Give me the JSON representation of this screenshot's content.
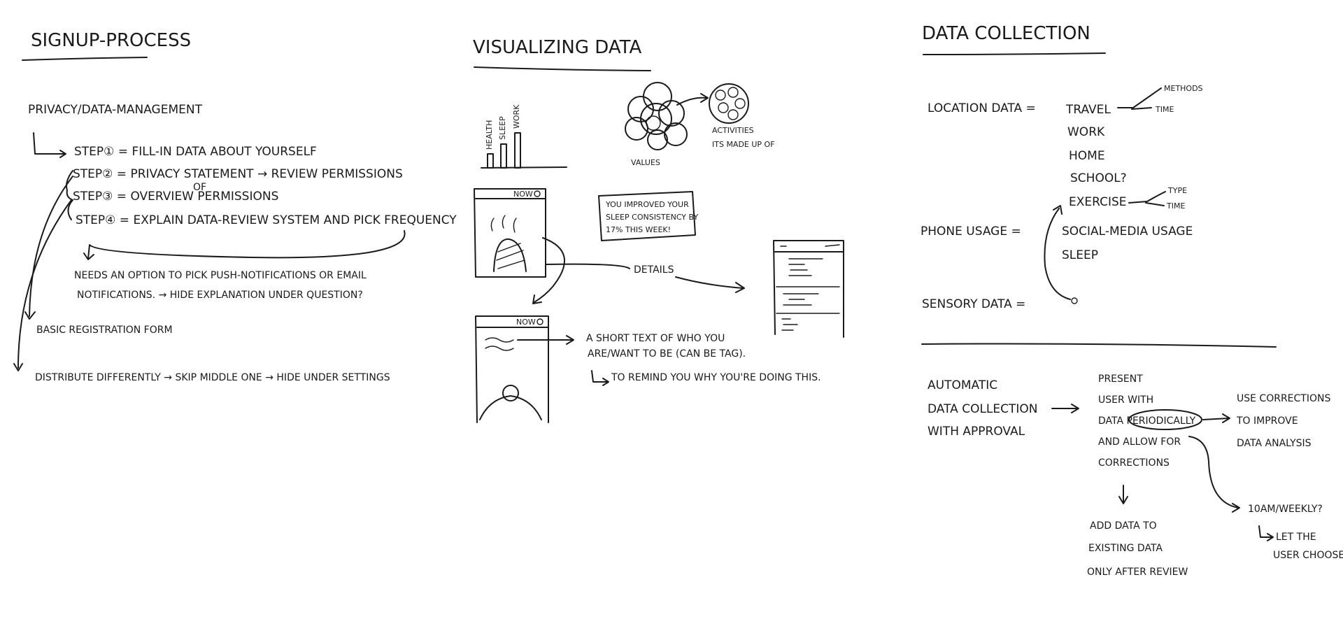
{
  "signup": {
    "title": "SIGNUP-PROCESS",
    "subtitle": "PRIVACY/DATA-MANAGEMENT",
    "step1": "STEP① = FILL-IN DATA ABOUT YOURSELF",
    "step2": "STEP② = PRIVACY STATEMENT → REVIEW PERMISSIONS",
    "step3": "STEP③ = OVERVIEW PERMISSIONS",
    "step3_of": "OF",
    "step4": "STEP④ = EXPLAIN DATA-REVIEW SYSTEM AND PICK FREQUENCY",
    "needs_line1": "NEEDS AN OPTION TO PICK PUSH-NOTIFICATIONS OR EMAIL",
    "needs_line2": "NOTIFICATIONS. → HIDE EXPLANATION UNDER QUESTION?",
    "basic_form": "BASIC REGISTRATION FORM",
    "distribute": "DISTRIBUTE DIFFERENTLY → SKIP MIDDLE ONE → HIDE UNDER SETTINGS"
  },
  "visualizing": {
    "title": "VISUALIZING DATA",
    "bar_labels": [
      "HEALTH",
      "SLEEP",
      "WORK"
    ],
    "values_label": "VALUES",
    "activities_line1": "ACTIVITIES",
    "activities_line2": "ITS MADE UP OF",
    "phone_header": "NOW",
    "notice_line1": "YOU IMPROVED YOUR",
    "notice_line2": "SLEEP CONSISTENCY BY",
    "notice_line3": "17% THIS WEEK!",
    "details_label": "DETAILS",
    "short_text_line1": "A SHORT TEXT OF WHO YOU",
    "short_text_line2": "ARE/WANT TO BE (CAN BE TAG).",
    "remind": "TO REMIND YOU WHY YOU'RE DOING THIS."
  },
  "collection": {
    "title": "DATA COLLECTION",
    "location": "LOCATION DATA =",
    "travel": "TRAVEL",
    "methods": "METHODS",
    "time": "TIME",
    "work": "WORK",
    "home": "HOME",
    "school": "SCHOOL?",
    "exercise": "EXERCISE",
    "type": "TYPE",
    "time2": "TIME",
    "phone": "PHONE USAGE =",
    "social": "SOCIAL-MEDIA USAGE",
    "sleep": "SLEEP",
    "sensory": "SENSORY DATA =",
    "auto_line1": "AUTOMATIC",
    "auto_line2": "DATA COLLECTION",
    "auto_line3": "WITH APPROVAL",
    "present_lines": [
      "PRESENT",
      "USER WITH",
      "DATA PERIODICALLY",
      "AND ALLOW FOR",
      "CORRECTIONS"
    ],
    "use_lines": [
      "USE CORRECTIONS",
      "TO IMPROVE",
      "DATA ANALYSIS"
    ],
    "freq": "10AM/WEEKLY?",
    "let_line1": "LET THE",
    "let_line2": "USER CHOOSE?",
    "add_lines": [
      "ADD DATA TO",
      "EXISTING DATA",
      "ONLY AFTER REVIEW"
    ]
  }
}
